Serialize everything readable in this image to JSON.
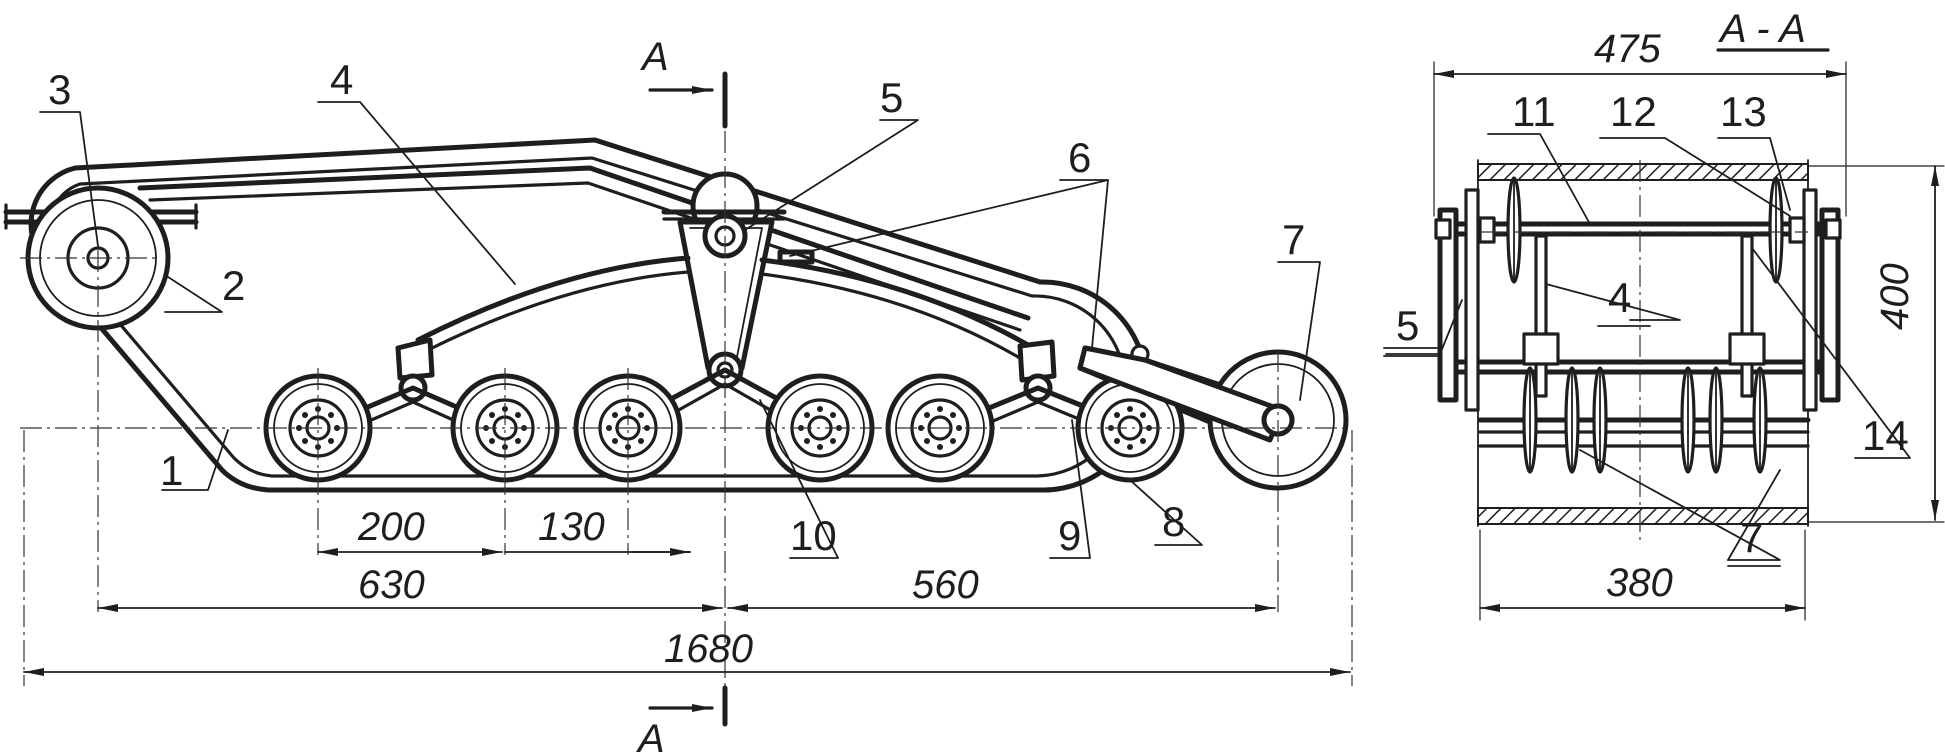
{
  "callouts": {
    "c1": "1",
    "c2": "2",
    "c3": "3",
    "c4": "4",
    "c5": "5",
    "c6": "6",
    "c7": "7",
    "c8": "8",
    "c9": "9",
    "c10": "10"
  },
  "section_callouts": {
    "s4": "4",
    "s5": "5",
    "s7": "7",
    "s11": "11",
    "s12": "12",
    "s13": "13",
    "s14": "14"
  },
  "dimensions": {
    "d200": "200",
    "d130": "130",
    "d630": "630",
    "d560": "560",
    "d1680": "1680",
    "d475": "475",
    "d380": "380",
    "d400": "400"
  },
  "section_marks": {
    "top": "A",
    "bottom": "A",
    "view": "A - A"
  }
}
